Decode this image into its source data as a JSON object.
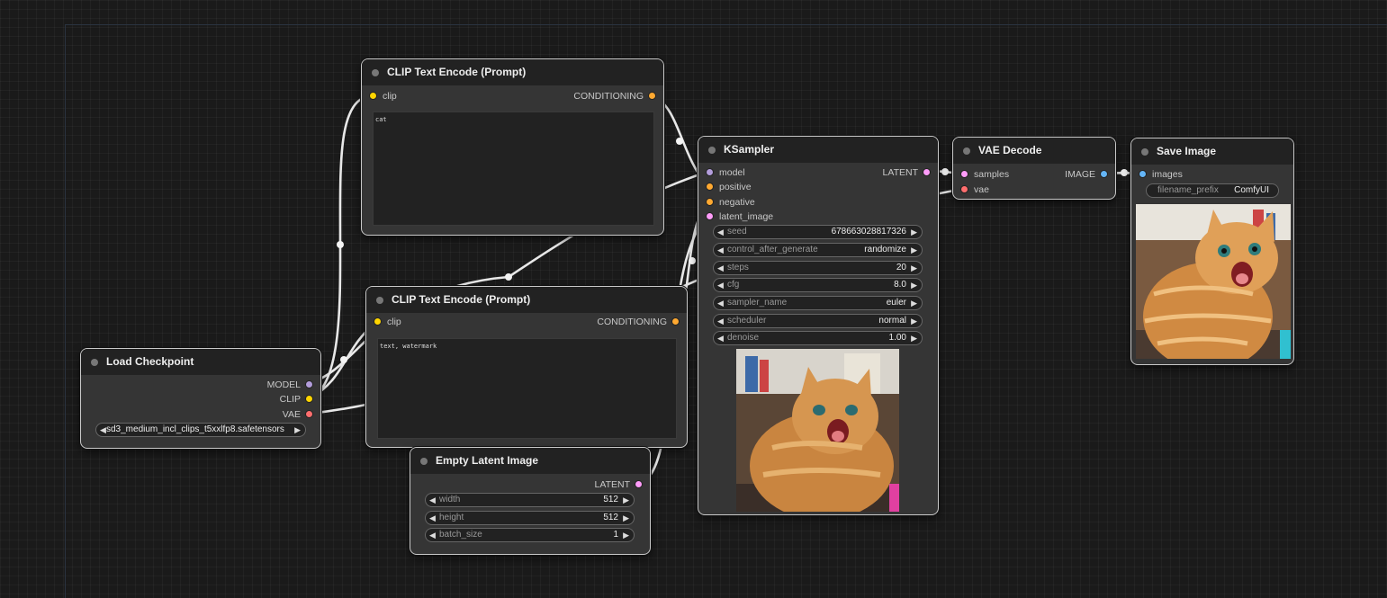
{
  "nodes": {
    "clip_pos": {
      "title": "CLIP Text Encode (Prompt)",
      "input_clip": "clip",
      "output": "CONDITIONING",
      "text": "cat"
    },
    "clip_neg": {
      "title": "CLIP Text Encode (Prompt)",
      "input_clip": "clip",
      "output": "CONDITIONING",
      "text": "text, watermark"
    },
    "ckpt": {
      "title": "Load Checkpoint",
      "out_model": "MODEL",
      "out_clip": "CLIP",
      "out_vae": "VAE",
      "ckpt_name": "sd3_medium_incl_clips_t5xxlfp8.safetensors"
    },
    "latent": {
      "title": "Empty Latent Image",
      "output": "LATENT",
      "widgets": [
        {
          "label": "width",
          "value": "512"
        },
        {
          "label": "height",
          "value": "512"
        },
        {
          "label": "batch_size",
          "value": "1"
        }
      ]
    },
    "ksampler": {
      "title": "KSampler",
      "inputs": [
        "model",
        "positive",
        "negative",
        "latent_image"
      ],
      "output": "LATENT",
      "widgets": [
        {
          "label": "seed",
          "value": "678663028817326"
        },
        {
          "label": "control_after_generate",
          "value": "randomize"
        },
        {
          "label": "steps",
          "value": "20"
        },
        {
          "label": "cfg",
          "value": "8.0"
        },
        {
          "label": "sampler_name",
          "value": "euler"
        },
        {
          "label": "scheduler",
          "value": "normal"
        },
        {
          "label": "denoise",
          "value": "1.00"
        }
      ]
    },
    "vae_decode": {
      "title": "VAE Decode",
      "in_samples": "samples",
      "in_vae": "vae",
      "output": "IMAGE"
    },
    "save": {
      "title": "Save Image",
      "in_images": "images",
      "prefix_label": "filename_prefix",
      "prefix_value": "ComfyUI"
    }
  },
  "colors": {
    "clip": "#ffd500",
    "conditioning": "#ffa931",
    "model": "#b39ddb",
    "vae": "#ff6e6e",
    "latent": "#ff9cf9",
    "image": "#64b5f6",
    "link": "#e8e8e8"
  },
  "icons": {
    "decrement": "triangle-left",
    "increment": "triangle-right",
    "node_state": "circle-dot"
  }
}
